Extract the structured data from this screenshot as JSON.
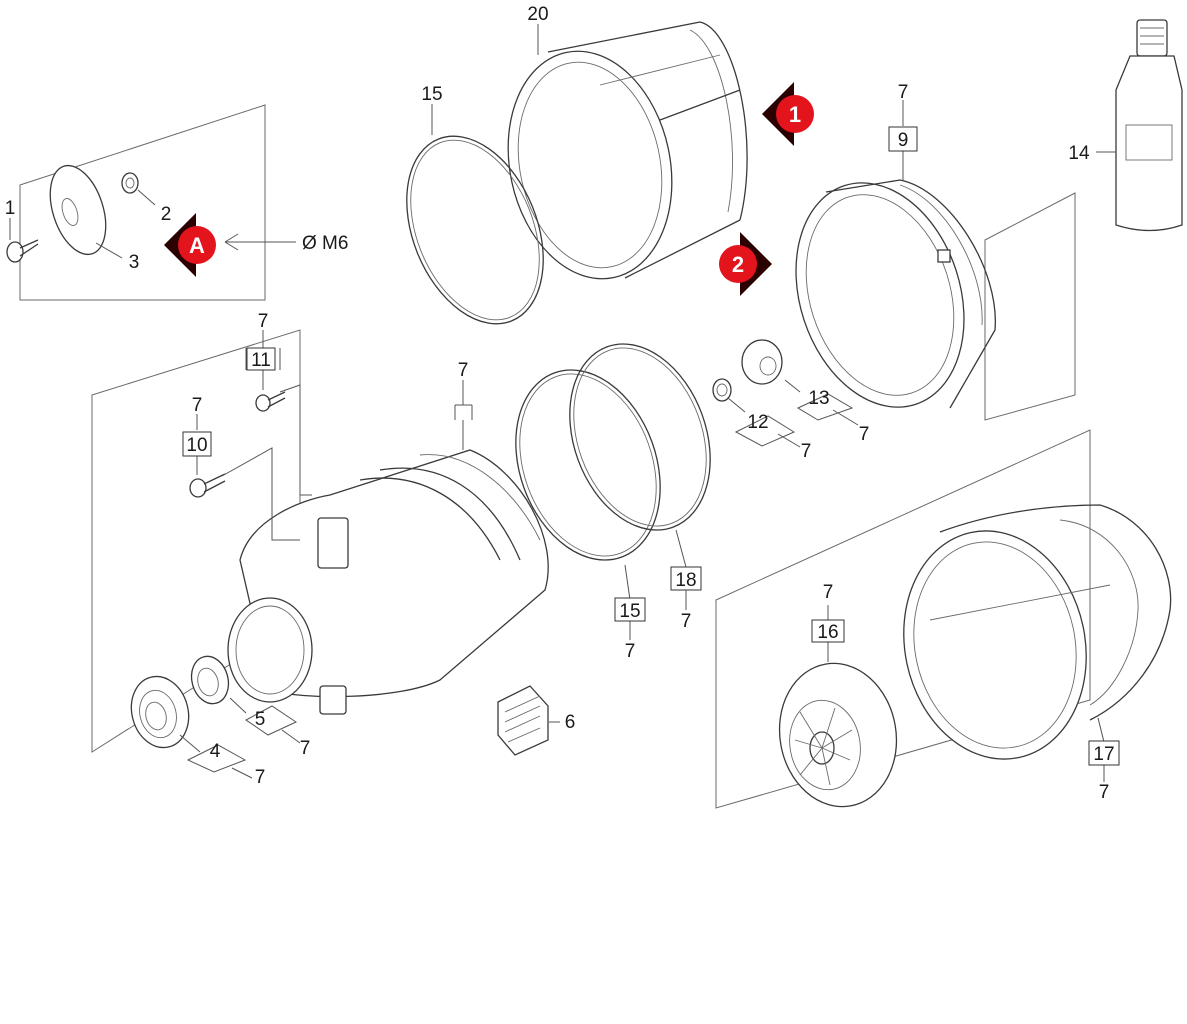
{
  "labels": {
    "p20": "20",
    "p15_top": "15",
    "p1": "1",
    "p2": "2",
    "p3": "3",
    "thread": "Ø M6",
    "p7_a": "7",
    "p9": "9",
    "p14": "14",
    "p7_b": "7",
    "p11": "11",
    "p7_c": "7",
    "p10": "10",
    "p7_d": "7",
    "p13": "13",
    "p7_e": "7",
    "p12": "12",
    "p7_f": "7",
    "p18": "18",
    "p7_g": "7",
    "p15_mid": "15",
    "p7_h": "7",
    "p7_i": "7",
    "p16": "16",
    "p6": "6",
    "p5": "5",
    "p7_j": "7",
    "p4": "4",
    "p7_k": "7",
    "p17": "17",
    "p7_l": "7"
  },
  "badges": {
    "one": "1",
    "two": "2",
    "a": "A"
  },
  "colors": {
    "badge_red": "#e3141b",
    "badge_dark": "#2b0000",
    "line": "#3a3a3a"
  }
}
